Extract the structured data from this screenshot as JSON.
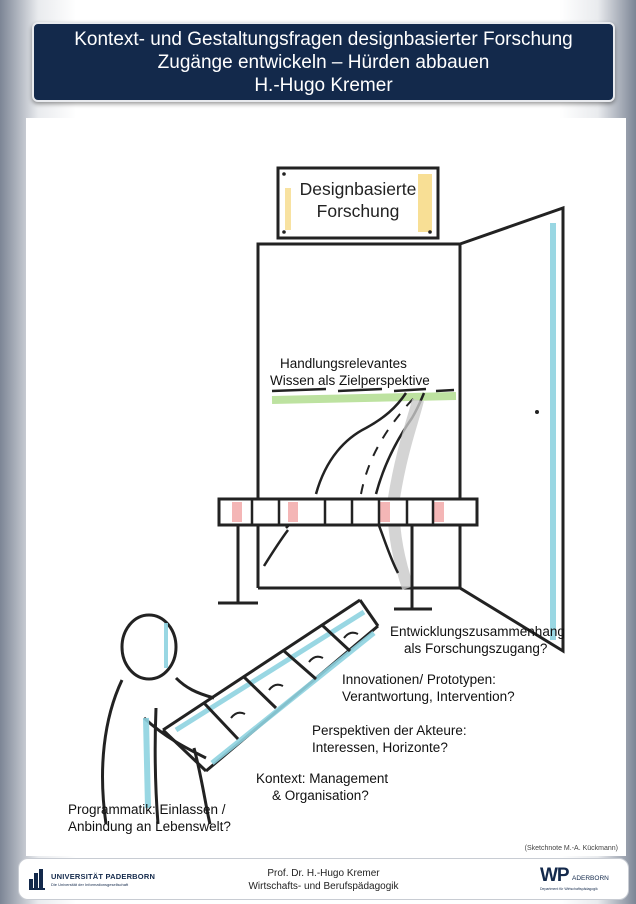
{
  "title": {
    "line1": "Kontext- und Gestaltungsfragen designbasierter Forschung",
    "line2": "Zugänge entwickeln – Hürden abbauen",
    "line3": "H.-Hugo Kremer"
  },
  "sketch": {
    "sign_line1": "Designbasierte",
    "sign_line2": "Forschung",
    "goal_line1": "Handlungsrelevantes",
    "goal_line2": "Wissen als Zielperspektive",
    "labels": [
      {
        "line1": "Entwicklungszusammenhang",
        "line2": "als Forschungszugang?"
      },
      {
        "line1": "Innovationen/ Prototypen:",
        "line2": "Verantwortung, Intervention?"
      },
      {
        "line1": "Perspektiven der Akteure:",
        "line2": "Interessen, Horizonte?"
      },
      {
        "line1": "Kontext: Management",
        "line2": "& Organisation?"
      },
      {
        "line1": "Programmatik: Einlassen /",
        "line2": "Anbindung an Lebenswelt?"
      }
    ],
    "credit": "(Sketchnote M.-A. Kückmann)"
  },
  "footer": {
    "name": "Prof. Dr. H.-Hugo Kremer",
    "department": "Wirtschafts- und Berufspädagogik",
    "left_logo_text": "UNIVERSITÄT PADERBORN",
    "left_logo_sub": "Die Universität der Informationsgesellschaft",
    "right_logo_big": "WP",
    "right_logo_small": "ADERBORN",
    "right_logo_sub": "Department für Wirtschaftspädagogik"
  },
  "colors": {
    "title_bg": "#13294b",
    "accent_cyan": "#8fd3e0",
    "accent_yellow": "#f2c94c",
    "accent_pink": "#f4b6b6",
    "accent_green": "#b6df96"
  }
}
